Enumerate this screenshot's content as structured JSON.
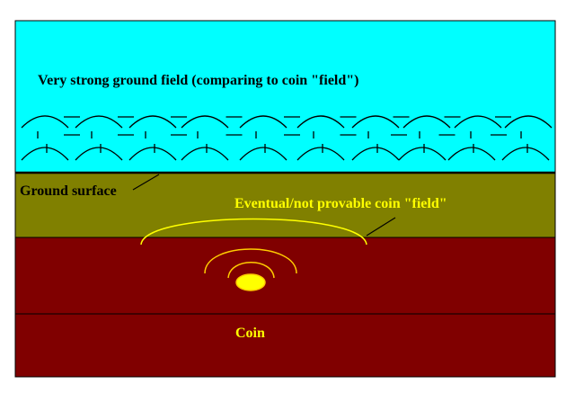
{
  "labels": {
    "ground_field": "Very strong ground field (comparing to coin \"field\")",
    "ground_surface": "Ground surface",
    "coin_field": "Eventual/not provable coin \"field\"",
    "coin": "Coin"
  },
  "colors": {
    "sky": "#00ffff",
    "soil_top": "#808000",
    "soil_deep": "#800000",
    "coin": "#ffff00",
    "coin_outline": "#ffcc00",
    "coin_field": "#ffff00",
    "coin_ring": "#ffcc00",
    "field_marks": "#000000",
    "frame": "#000000"
  }
}
